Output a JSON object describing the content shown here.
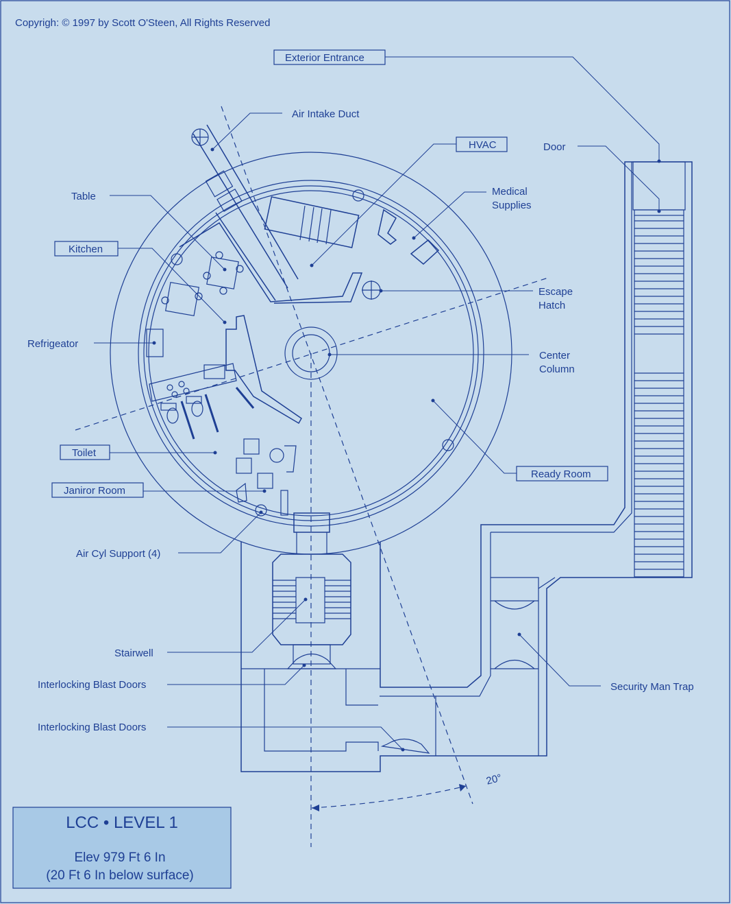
{
  "copyright": "Copyrigh: © 1997 by Scott O'Steen, All Rights Reserved",
  "labels": {
    "exterior_entrance": "Exterior Entrance",
    "air_intake_duct": "Air Intake Duct",
    "hvac": "HVAC",
    "door": "Door",
    "table": "Table",
    "medical_supplies_1": "Medical",
    "medical_supplies_2": "Supplies",
    "kitchen": "Kitchen",
    "escape_hatch_1": "Escape",
    "escape_hatch_2": "Hatch",
    "refrigerator": "Refrigeator",
    "center_column_1": "Center",
    "center_column_2": "Column",
    "toilet": "Toilet",
    "ready_room": "Ready Room",
    "janitor_room": "Janiror Room",
    "air_cyl_support": "Air Cyl Support (4)",
    "stairwell": "Stairwell",
    "blast_doors_1": "Interlocking Blast Doors",
    "blast_doors_2": "Interlocking Blast Doors",
    "security_man_trap": "Security Man Trap",
    "angle": "20°"
  },
  "info": {
    "title": "LCC • LEVEL 1",
    "elevation": "Elev 979 Ft 6 In",
    "depth": "(20 Ft 6 In below surface)"
  },
  "colors": {
    "background": "#c8dced",
    "ink": "#1e3f94",
    "infobox": "#a8c9e6"
  }
}
